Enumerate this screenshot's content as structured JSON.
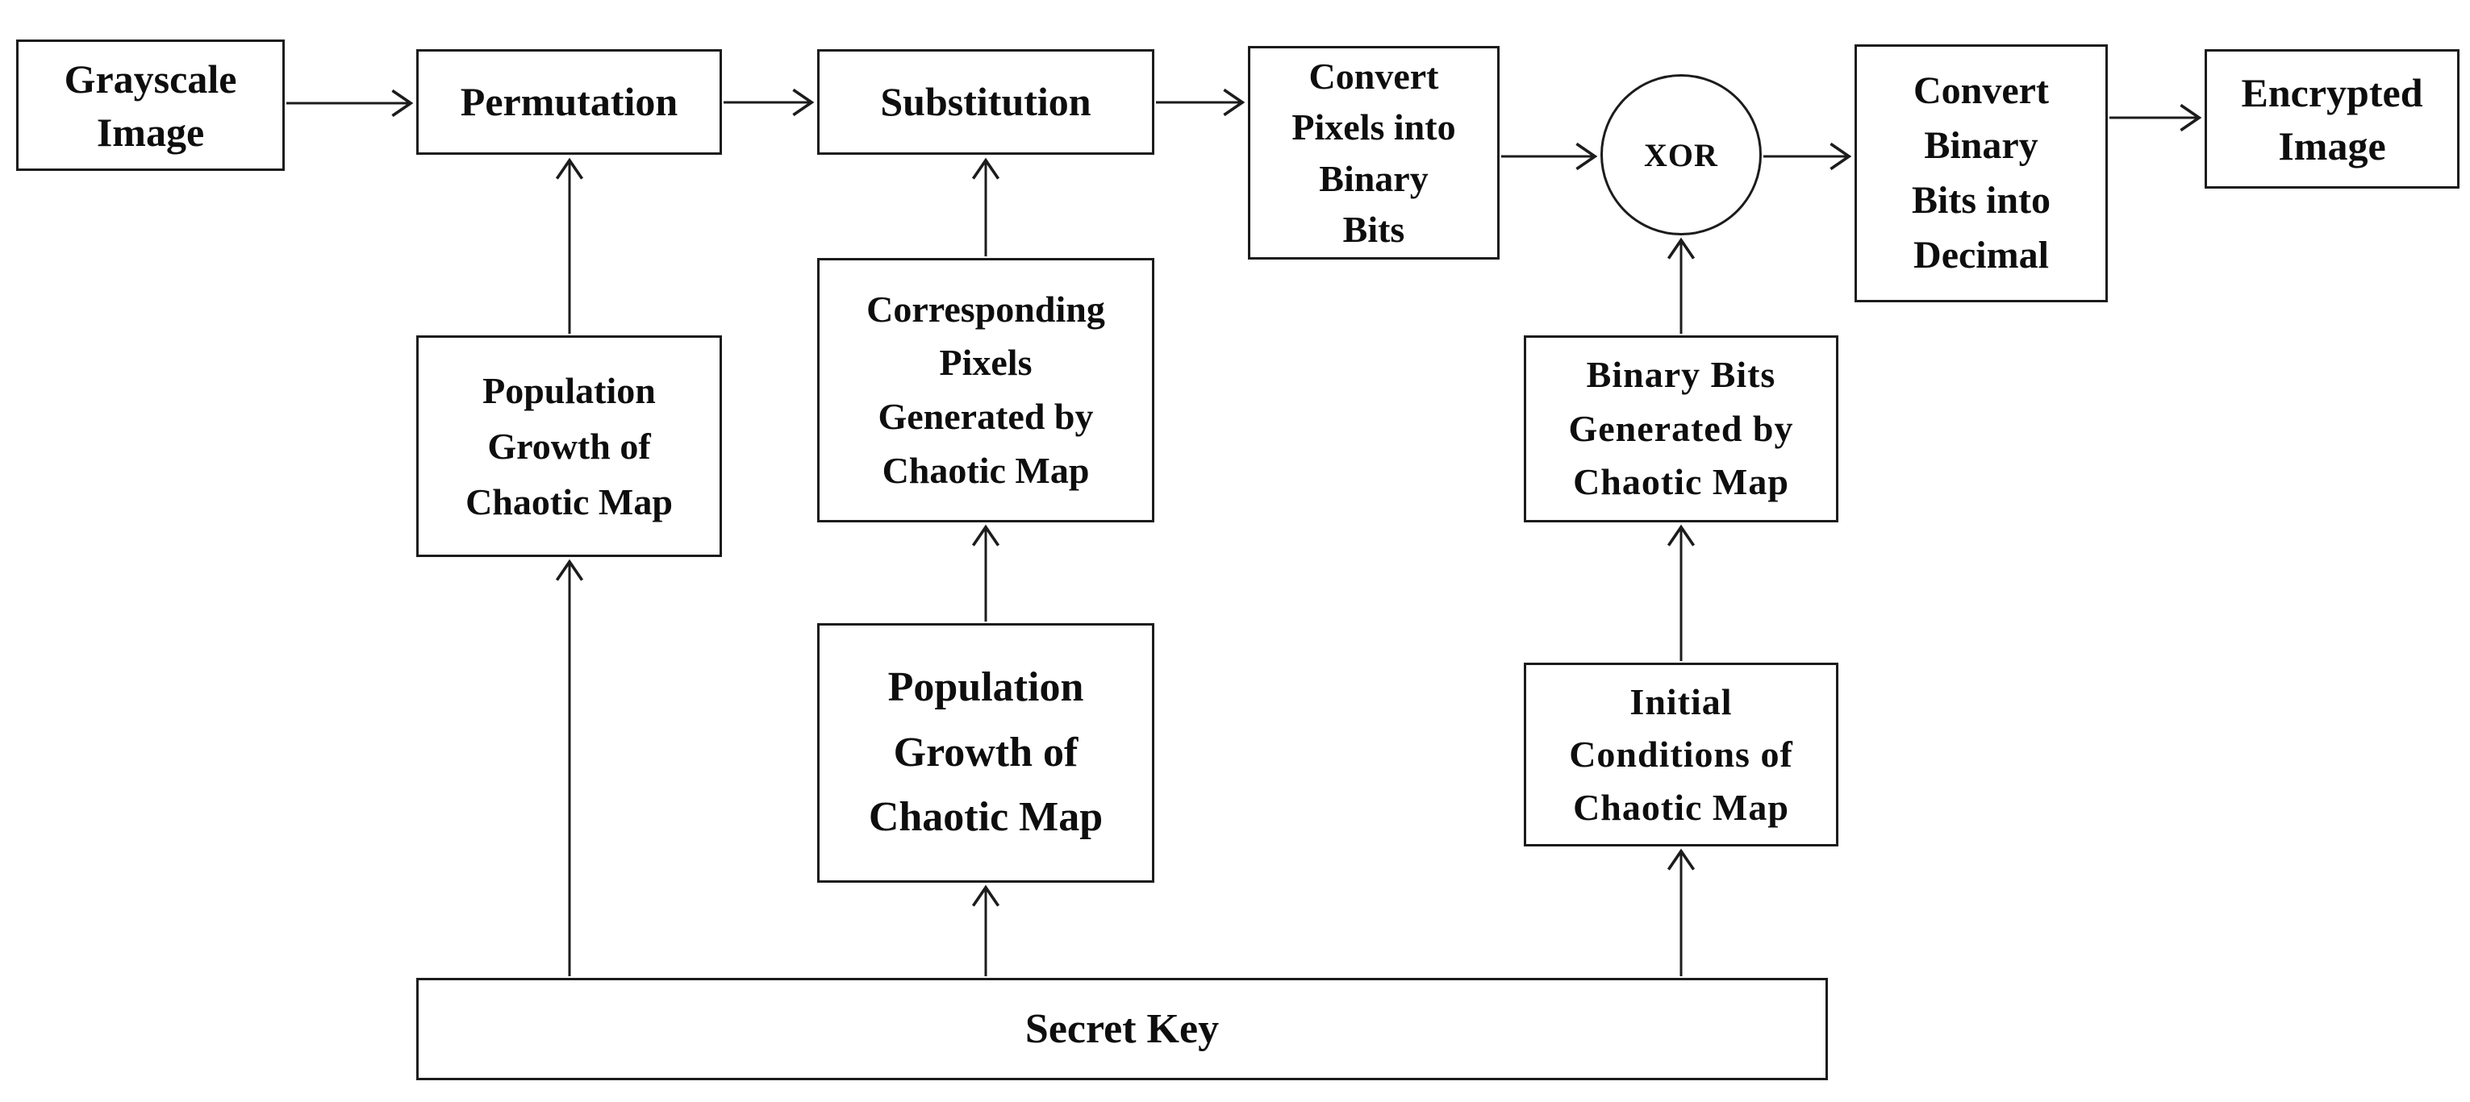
{
  "diagram": {
    "kind": "flowchart",
    "background_color": "#ffffff",
    "box_fill_color": "#ffffff",
    "line_color": "#1c1c1c",
    "nodes": {
      "grayscale_image": {
        "label": "Grayscale\nImage"
      },
      "permutation": {
        "label": "Permutation"
      },
      "substitution": {
        "label": "Substitution"
      },
      "convert_pixels_to_binary": {
        "label": "Convert\nPixels into\nBinary\nBits"
      },
      "xor": {
        "label": "XOR"
      },
      "convert_binary_to_decimal": {
        "label": "Convert\nBinary\nBits into\nDecimal"
      },
      "encrypted_image": {
        "label": "Encrypted\nImage"
      },
      "population_growth_left": {
        "label": "Population\nGrowth of\nChaotic Map"
      },
      "corresponding_pixels": {
        "label": "Corresponding\nPixels\nGenerated by\nChaotic Map"
      },
      "binary_bits_generated": {
        "label": "Binary Bits\nGenerated by\nChaotic Map"
      },
      "population_growth_center": {
        "label": "Population\nGrowth of\nChaotic Map"
      },
      "initial_conditions": {
        "label": "Initial\nConditions of\nChaotic Map"
      },
      "secret_key": {
        "label": "Secret Key"
      }
    },
    "edges": [
      {
        "from": "grayscale_image",
        "to": "permutation"
      },
      {
        "from": "permutation",
        "to": "substitution"
      },
      {
        "from": "substitution",
        "to": "convert_pixels_to_binary"
      },
      {
        "from": "convert_pixels_to_binary",
        "to": "xor"
      },
      {
        "from": "xor",
        "to": "convert_binary_to_decimal"
      },
      {
        "from": "convert_binary_to_decimal",
        "to": "encrypted_image"
      },
      {
        "from": "population_growth_left",
        "to": "permutation"
      },
      {
        "from": "corresponding_pixels",
        "to": "substitution"
      },
      {
        "from": "population_growth_center",
        "to": "corresponding_pixels"
      },
      {
        "from": "binary_bits_generated",
        "to": "xor"
      },
      {
        "from": "initial_conditions",
        "to": "binary_bits_generated"
      },
      {
        "from": "secret_key",
        "to": "population_growth_left"
      },
      {
        "from": "secret_key",
        "to": "population_growth_center"
      },
      {
        "from": "secret_key",
        "to": "initial_conditions"
      }
    ]
  }
}
